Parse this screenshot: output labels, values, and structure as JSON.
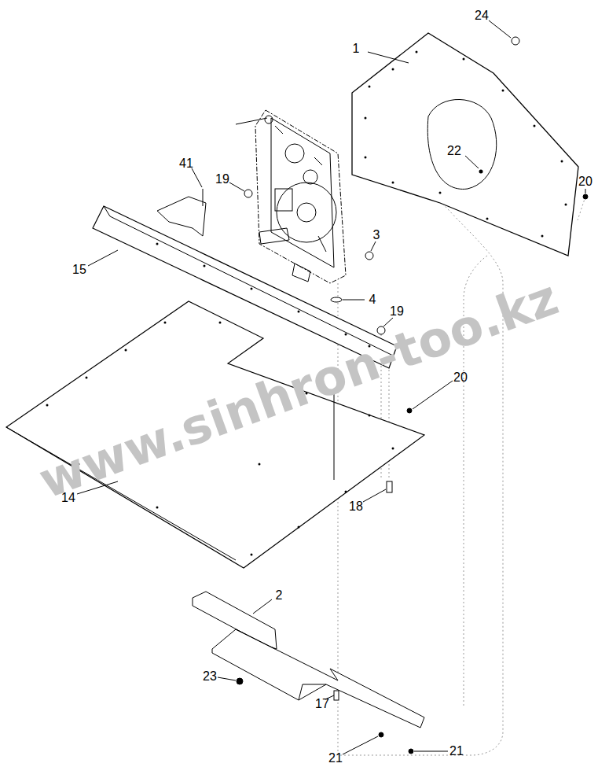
{
  "diagram": {
    "labels": [
      "24",
      "1",
      "22",
      "20",
      "41",
      "19",
      "3",
      "15",
      "4",
      "19",
      "20",
      "14",
      "18",
      "2",
      "23",
      "17",
      "21",
      "21",
      "www.sinhron-too.kz"
    ]
  }
}
